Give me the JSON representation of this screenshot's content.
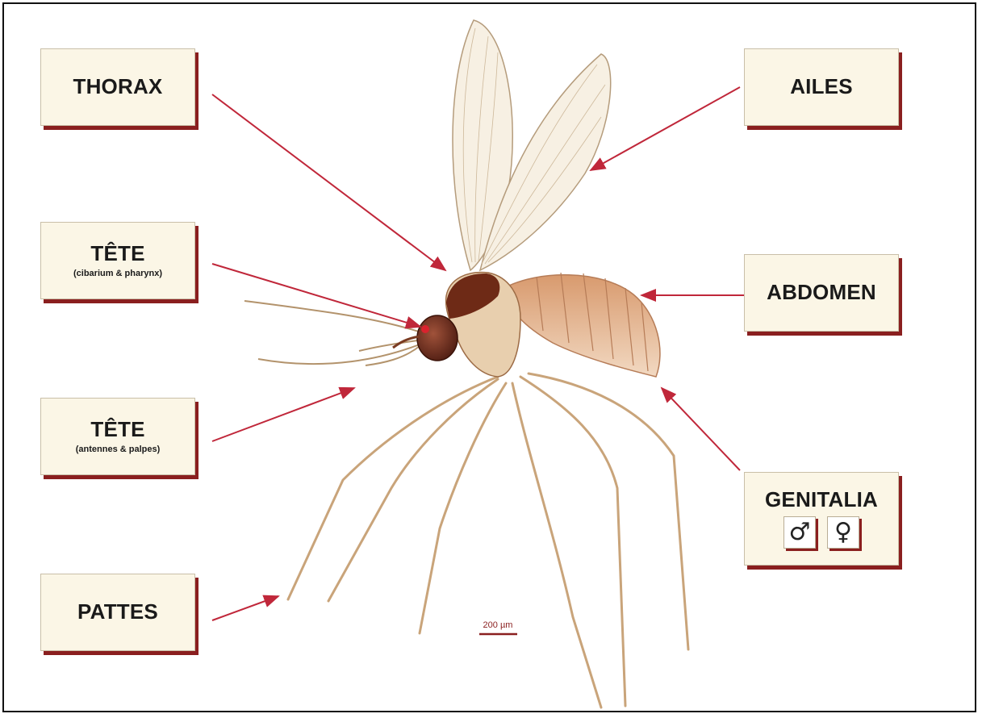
{
  "labels": {
    "thorax": {
      "title": "THORAX"
    },
    "tete_cibarium": {
      "title": "TÊTE",
      "subtitle": "(cibarium & pharynx)"
    },
    "tete_antennes": {
      "title": "TÊTE",
      "subtitle": "(antennes & palpes)"
    },
    "pattes": {
      "title": "PATTES"
    },
    "ailes": {
      "title": "AILES"
    },
    "abdomen": {
      "title": "ABDOMEN"
    },
    "genitalia": {
      "title": "GENITALIA",
      "male_symbol": "♂",
      "female_symbol": "♀"
    }
  },
  "scale_bar": {
    "text": "200 µm"
  },
  "colors": {
    "arrow": "#c0273a",
    "box_fill": "#fbf6e6",
    "box_shadow": "#8a1f1f",
    "body_dark": "#6e2a16",
    "body_light": "#e2b48f",
    "leg": "#c9a47a"
  }
}
